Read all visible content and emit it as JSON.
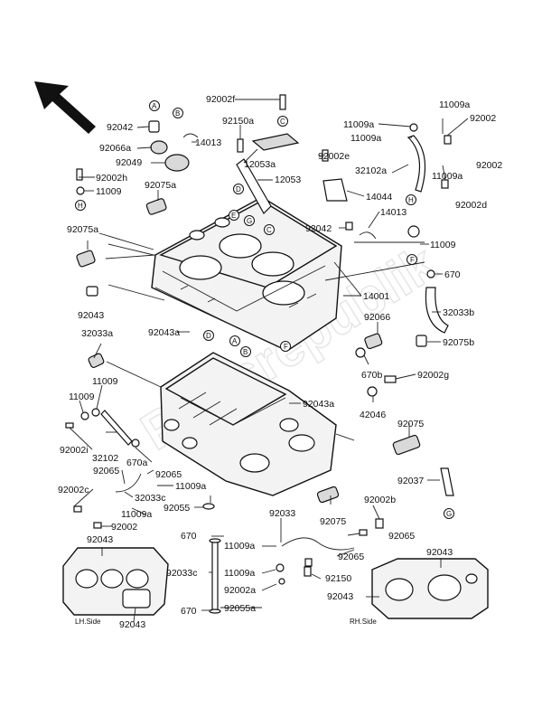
{
  "watermark": "Partsrepublik",
  "parts": {
    "p92042_top": "92042",
    "p92066a": "92066a",
    "p92049": "92049",
    "p14013_top": "14013",
    "p92002h": "92002h",
    "p11009_left": "11009",
    "p92075a_top": "92075a",
    "p92002f": "92002f",
    "p92150a": "92150a",
    "p12053a": "12053a",
    "p12053": "12053",
    "p92002e": "92002e",
    "p14044": "14044",
    "p92042_mid": "92042",
    "p14013_mid": "14013",
    "p11009a_1": "11009a",
    "p11009a_2": "11009a",
    "p11009a_3": "11009a",
    "p92002_r1": "92002",
    "p92002_r2": "92002",
    "p32102a": "32102a",
    "p11009a_4": "11009a",
    "p92002d": "92002d",
    "p11009_right": "11009",
    "p670_right": "670",
    "p92075a_left": "92075a",
    "p14001": "14001",
    "p92043_left": "92043",
    "p32033b": "32033b",
    "p92075b": "92075b",
    "p92066": "92066",
    "p32033a": "32033a",
    "p92043a_1": "92043a",
    "p670b": "670b",
    "p92002g": "92002g",
    "p11009_a": "11009",
    "p11009_b": "11009",
    "p92043a_2": "92043a",
    "p42046": "42046",
    "p92002i": "92002i",
    "p32102": "32102",
    "p92065_1": "92065",
    "p670a": "670a",
    "p92065_2": "92065",
    "p92075_1": "92075",
    "p11009a_5": "11009a",
    "p92002c": "92002c",
    "p32033c": "32033c",
    "p11009a_6": "11009a",
    "p92002_bl": "92002",
    "p92037": "92037",
    "p92055": "92055",
    "p92002b": "92002b",
    "p92033": "92033",
    "p92075_2": "92075",
    "p92065_3": "92065",
    "p670_bottom": "670",
    "p11009a_7": "11009a",
    "p92065_4": "92065",
    "p92043_bl": "92043",
    "p92043_br": "92043",
    "p92033c": "92033c",
    "p11009a_8": "11009a",
    "p92150": "92150",
    "p92002a": "92002a",
    "p92043_br2": "92043",
    "p670_b2": "670",
    "p92055a": "92055a",
    "p92043_bl2": "92043"
  },
  "refs": {
    "A": "A",
    "B": "B",
    "C": "C",
    "D": "D",
    "E": "E",
    "F": "F",
    "G": "G",
    "H": "H"
  },
  "insets": {
    "lh_side": "LH.Side",
    "rh_side": "RH.Side"
  }
}
